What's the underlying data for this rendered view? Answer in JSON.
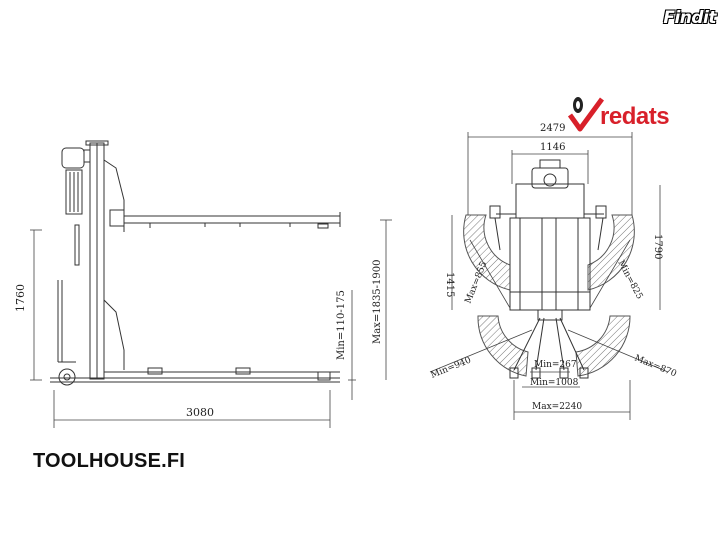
{
  "watermark": {
    "site": "Findit"
  },
  "brand": {
    "name": "redats",
    "color": "#d8202a"
  },
  "footer": {
    "site": "TOOLHOUSE.FI"
  },
  "side_view": {
    "height_label": "1760",
    "length_label": "3080",
    "min_label": "Min=110-175",
    "max_label": "Max=1835-1900"
  },
  "front_view": {
    "outer_width": "2479",
    "column_width": "1146",
    "height_left": "1415",
    "height_right": "1790",
    "max_arm_left": "Max=855",
    "min_arm_right": "Min=825",
    "min_267": "Min=267",
    "min_1008": "Min=1008",
    "max_2240": "Max=2240",
    "min_940": "Min=940",
    "max_370": "Max=870"
  },
  "colors": {
    "line": "#333333",
    "hatch": "#777777"
  }
}
